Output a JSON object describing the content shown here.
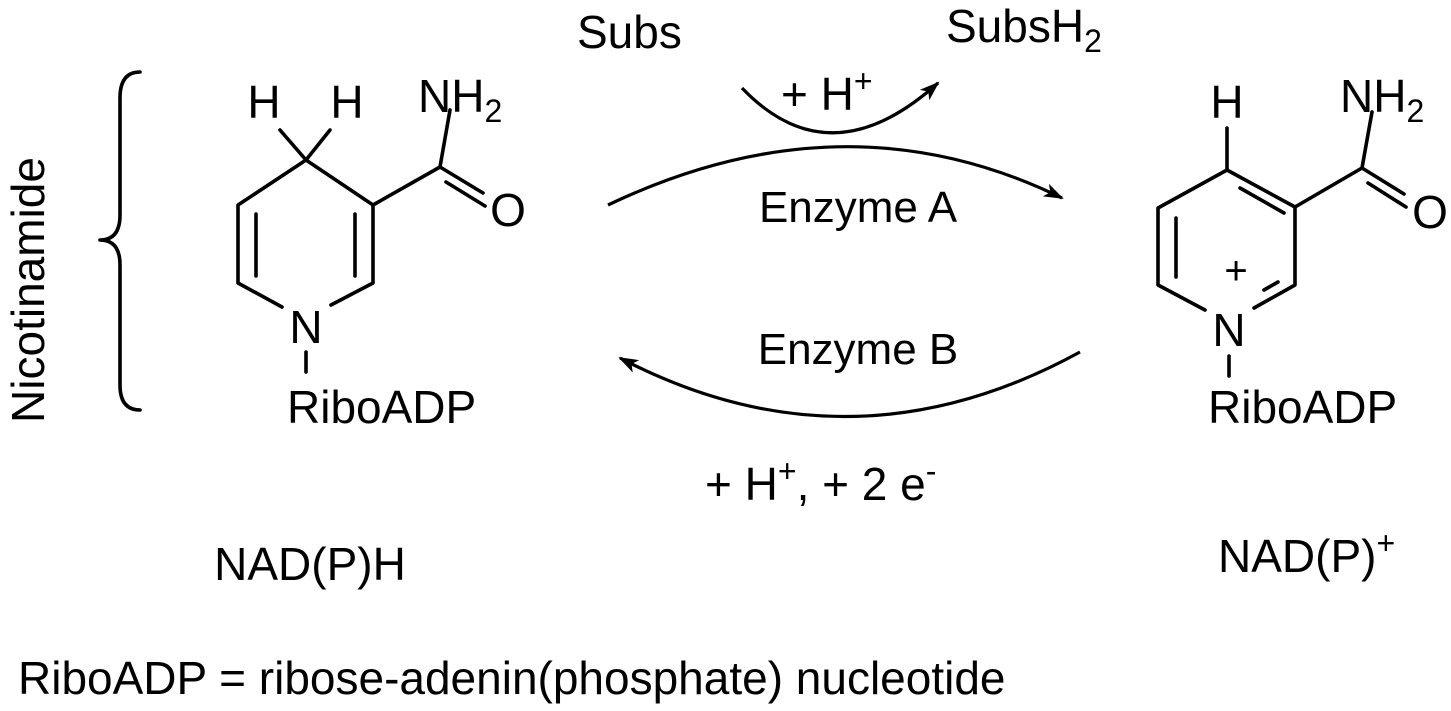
{
  "side_label": "Nicotinamide",
  "left_molecule": {
    "h_left": "H",
    "h_right": "H",
    "amide_nh": "NH",
    "amide_sub": "2",
    "amide_o": "O",
    "ring_n": "N",
    "substituent": "RiboADP",
    "name": "NAD(P)H"
  },
  "right_molecule": {
    "h_top": "H",
    "amide_nh": "NH",
    "amide_sub": "2",
    "amide_o": "O",
    "ring_n": "N",
    "charge": "+",
    "substituent": "RiboADP",
    "name": "NAD(P)",
    "name_sup": "+"
  },
  "top": {
    "substrate": "Subs",
    "product": "SubsH",
    "product_sub": "2",
    "proton": "+ H",
    "proton_sup": "+",
    "enzyme": "Enzyme A"
  },
  "bottom": {
    "enzyme": "Enzyme B",
    "reagent_a": "+ H",
    "reagent_a_sup": "+",
    "reagent_b": ", + 2 e",
    "reagent_b_sup": "-"
  },
  "footnote": "RiboADP = ribose-adenin(phosphate) nucleotide"
}
